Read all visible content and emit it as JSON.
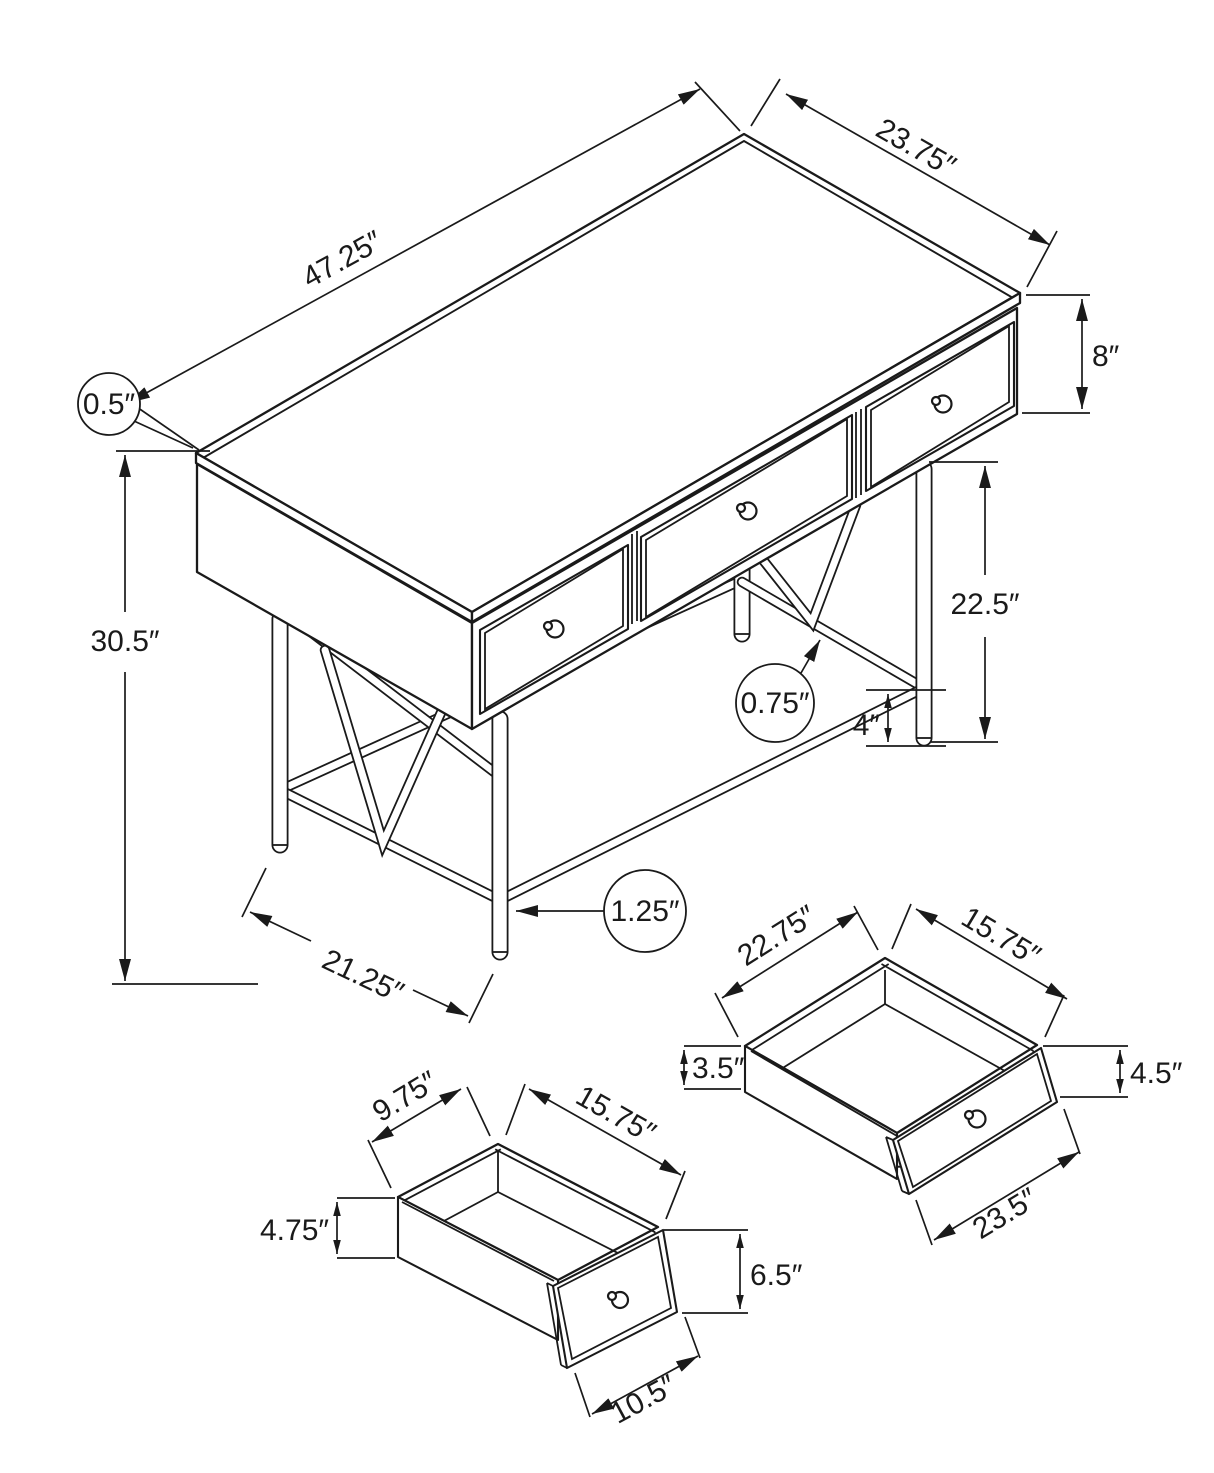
{
  "diagram": {
    "type": "furniture-dimension-diagram",
    "colors": {
      "background": "#ffffff",
      "line": "#1a1a1a"
    },
    "dims": {
      "main": {
        "top_length": "47.25″",
        "top_depth": "23.75″",
        "front_height": "8″",
        "top_thickness": "0.5″",
        "overall_height": "30.5″",
        "leg_height": "22.5″",
        "stretcher_clearance": "4″",
        "stretcher_diameter": "0.75″",
        "leg_diameter": "1.25″",
        "leg_spread": "21.25″"
      },
      "drawer_large": {
        "top_length": "22.75″",
        "top_depth": "15.75″",
        "back_height": "3.5″",
        "front_height": "4.5″",
        "front_width": "23.5″"
      },
      "drawer_small": {
        "top_length": "9.75″",
        "top_depth": "15.75″",
        "back_height": "4.75″",
        "front_height": "6.5″",
        "front_width": "10.5″"
      }
    }
  }
}
